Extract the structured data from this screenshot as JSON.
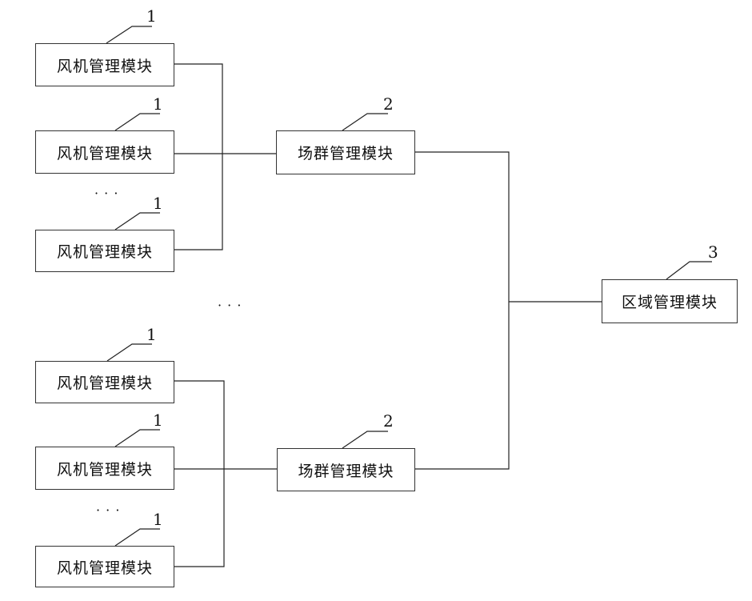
{
  "turbine_label": "风机管理模块",
  "farm_label": "场群管理模块",
  "region_label": "区域管理模块",
  "ref_turbine": "1",
  "ref_farm": "2",
  "ref_region": "3",
  "ellipsis": "· · ·"
}
